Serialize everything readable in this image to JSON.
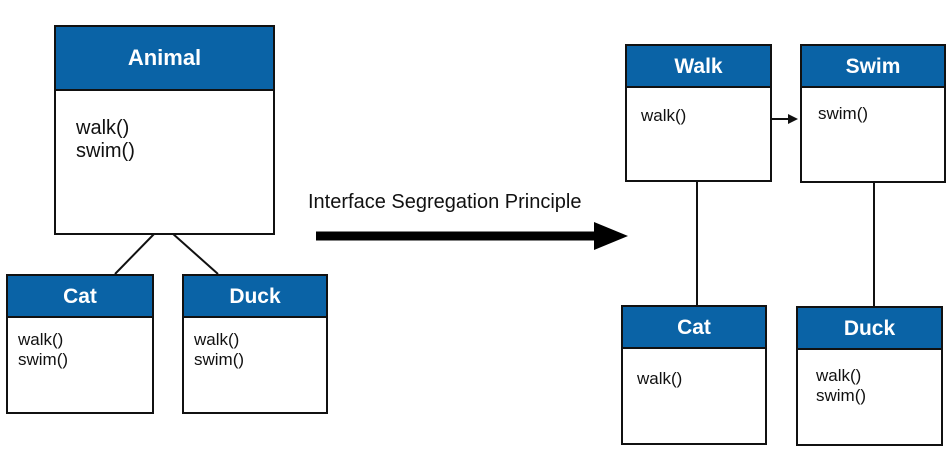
{
  "left": {
    "animal": {
      "name": "Animal",
      "methods": [
        "walk()",
        "swim()"
      ]
    },
    "cat": {
      "name": "Cat",
      "methods": [
        "walk()",
        "swim()"
      ]
    },
    "duck": {
      "name": "Duck",
      "methods": [
        "walk()",
        "swim()"
      ]
    }
  },
  "transition_label": "Interface Segregation Principle",
  "right": {
    "walk": {
      "name": "Walk",
      "methods": [
        "walk()"
      ]
    },
    "swim": {
      "name": "Swim",
      "methods": [
        "swim()"
      ]
    },
    "cat": {
      "name": "Cat",
      "methods": [
        "walk()"
      ]
    },
    "duck": {
      "name": "Duck",
      "methods": [
        "walk()",
        "swim()"
      ]
    }
  },
  "colors": {
    "header": "#0a63a6",
    "reject_mark": "#e8473c",
    "line": "#111111"
  },
  "icons": {
    "reject": "x-mark-icon",
    "arrow": "arrow-right-icon"
  }
}
